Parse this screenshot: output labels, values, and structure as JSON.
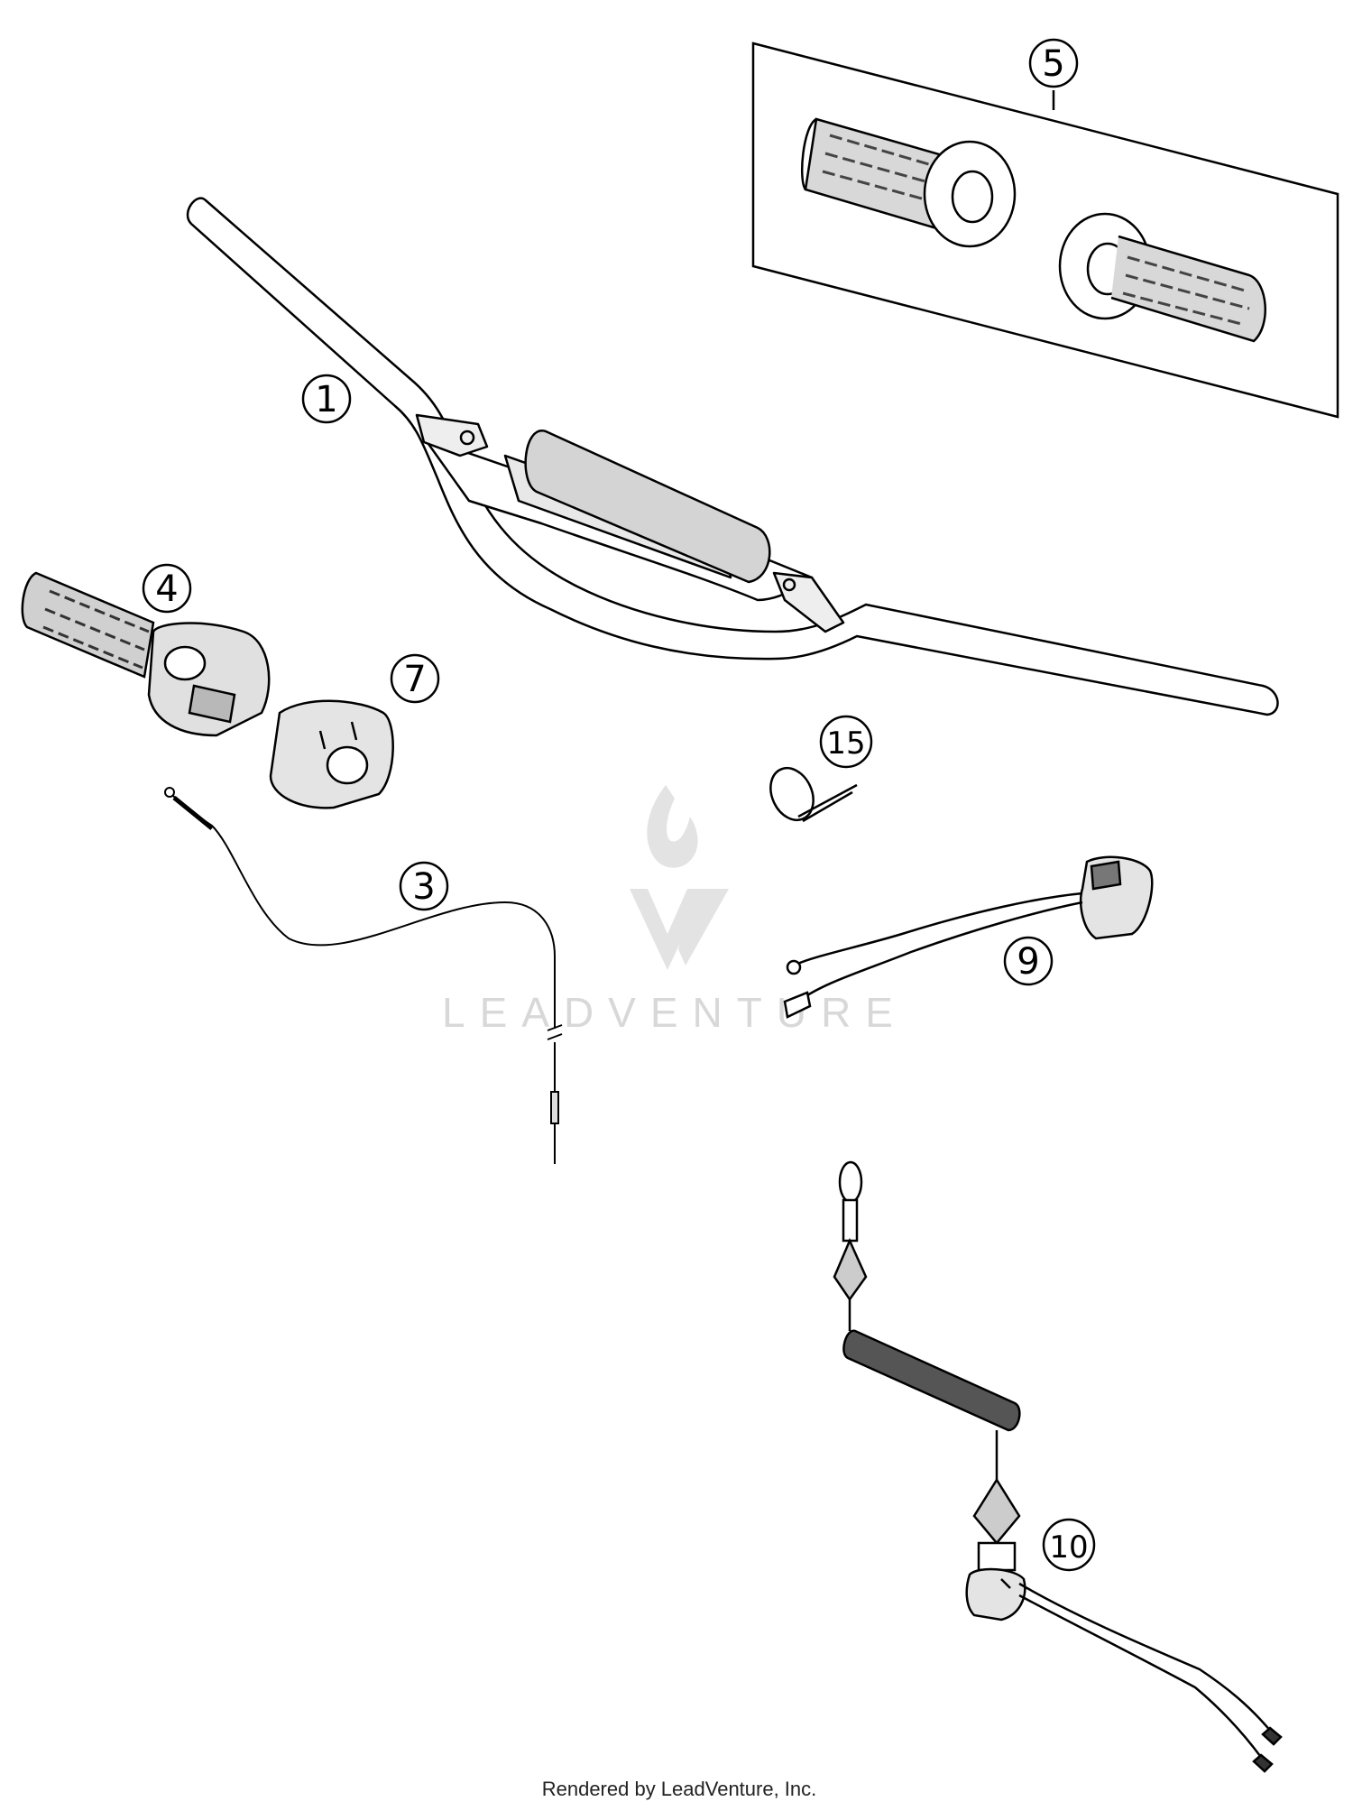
{
  "callouts": {
    "handlebar": "1",
    "throttle_cable": "3",
    "throttle_assembly": "4",
    "grip_set": "5",
    "throttle_housing": "7",
    "kill_switch": "9",
    "tether_switch": "10",
    "cable_tie": "15"
  },
  "watermark": {
    "text": "LEADVENTURE"
  },
  "footer": {
    "credit": "Rendered by LeadVenture, Inc."
  }
}
